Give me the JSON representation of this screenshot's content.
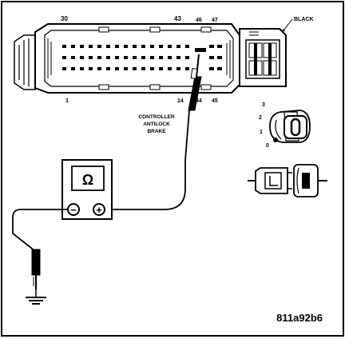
{
  "connector": {
    "pin_labels": {
      "p30": "30",
      "p43": "43",
      "p46": "46",
      "p47": "47",
      "p1": "1",
      "p14": "14",
      "p44": "44",
      "p45": "45"
    },
    "color_label": "BLACK"
  },
  "controller_label": {
    "line1": "CONTROLLER",
    "line2": "ANTILOCK",
    "line3": "BRAKE"
  },
  "ignition_switch": {
    "positions": [
      "3",
      "2",
      "1",
      "0"
    ]
  },
  "meter": {
    "unit_symbol": "Ω",
    "neg_symbol": "−",
    "pos_symbol": "+"
  },
  "figure_id": "811a92b6"
}
